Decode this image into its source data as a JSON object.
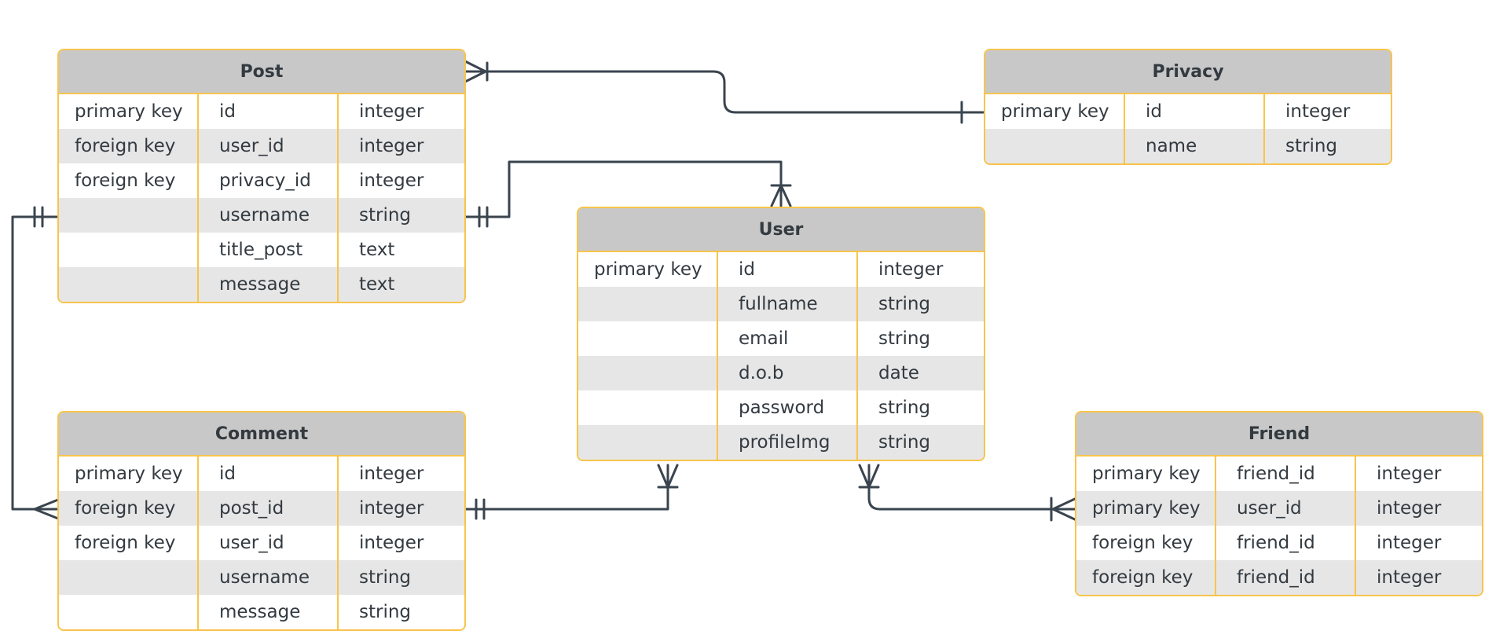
{
  "entities": [
    {
      "title": "Post",
      "rows": [
        {
          "key": "primary key",
          "name": "id",
          "type": "integer"
        },
        {
          "key": "foreign key",
          "name": "user_id",
          "type": "integer"
        },
        {
          "key": "foreign key",
          "name": "privacy_id",
          "type": "integer"
        },
        {
          "key": "",
          "name": "username",
          "type": "string"
        },
        {
          "key": "",
          "name": "title_post",
          "type": "text"
        },
        {
          "key": "",
          "name": "message",
          "type": "text"
        }
      ]
    },
    {
      "title": "Privacy",
      "rows": [
        {
          "key": "primary key",
          "name": "id",
          "type": "integer"
        },
        {
          "key": "",
          "name": "name",
          "type": "string"
        }
      ]
    },
    {
      "title": "User",
      "rows": [
        {
          "key": "primary key",
          "name": "id",
          "type": "integer"
        },
        {
          "key": "",
          "name": "fullname",
          "type": "string"
        },
        {
          "key": "",
          "name": "email",
          "type": "string"
        },
        {
          "key": "",
          "name": "d.o.b",
          "type": "date"
        },
        {
          "key": "",
          "name": "password",
          "type": "string"
        },
        {
          "key": "",
          "name": "profileImg",
          "type": "string"
        }
      ]
    },
    {
      "title": "Comment",
      "rows": [
        {
          "key": "primary key",
          "name": "id",
          "type": "integer"
        },
        {
          "key": "foreign key",
          "name": "post_id",
          "type": "integer"
        },
        {
          "key": "foreign key",
          "name": "user_id",
          "type": "integer"
        },
        {
          "key": "",
          "name": "username",
          "type": "string"
        },
        {
          "key": "",
          "name": "message",
          "type": "string"
        }
      ]
    },
    {
      "title": "Friend",
      "rows": [
        {
          "key": "primary key",
          "name": "friend_id",
          "type": "integer"
        },
        {
          "key": "primary key",
          "name": "user_id",
          "type": "integer"
        },
        {
          "key": "foreign key",
          "name": "friend_id",
          "type": "integer"
        },
        {
          "key": "foreign key",
          "name": "friend_id",
          "type": "integer"
        }
      ]
    }
  ],
  "colors": {
    "border": "#f8c44c",
    "header_bg": "#c8c8c8",
    "alt_row_bg": "#e6e6e6",
    "text": "#333a40",
    "connector": "#3a444f"
  }
}
